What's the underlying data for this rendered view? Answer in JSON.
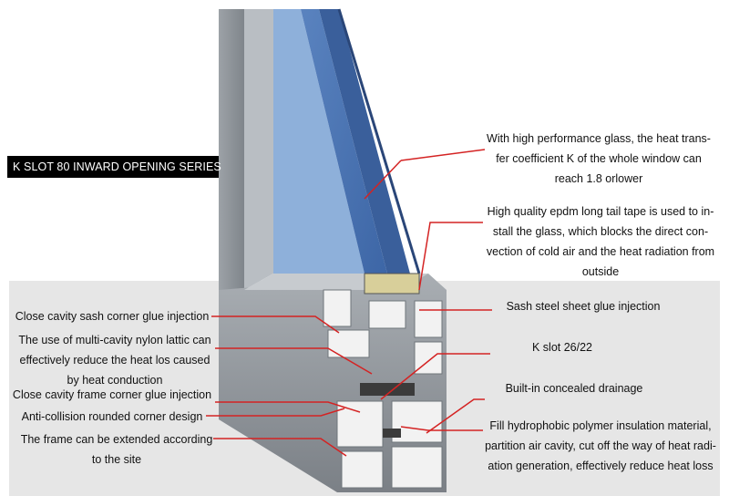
{
  "series_title": "K SLOT 80 INWARD OPENING SERIES",
  "colors": {
    "glass": "#4f79b8",
    "frame": "#8f959b",
    "profile_white": "#f2f2f2",
    "leader_line": "#d42323",
    "label_band": "#000000",
    "background_panel": "#e6e6e6"
  },
  "left_callouts": [
    {
      "id": "sash-corner",
      "lines": [
        "Close cavity sash corner glue injection"
      ]
    },
    {
      "id": "nylon",
      "lines": [
        "The use of multi-cavity nylon lattic can",
        "effectively reduce the heat los caused",
        "by heat conduction"
      ]
    },
    {
      "id": "frame-corner",
      "lines": [
        "Close cavity frame corner glue injection"
      ]
    },
    {
      "id": "anti-collision",
      "lines": [
        "Anti-collision rounded corner design"
      ]
    },
    {
      "id": "extend",
      "lines": [
        "The frame can be extended according",
        "to the site"
      ]
    }
  ],
  "right_callouts": [
    {
      "id": "glass",
      "lines": [
        "With high performance glass, the heat trans-",
        "fer coefficient K of the whole window can",
        "reach 1.8 orlower"
      ]
    },
    {
      "id": "epdm",
      "lines": [
        "High quality epdm long tail tape is used to in-",
        "stall the glass, which blocks the direct con-",
        "vection of cold air and the heat radiation from",
        "outside"
      ]
    },
    {
      "id": "steel",
      "lines": [
        "Sash steel sheet glue injection"
      ]
    },
    {
      "id": "kslot",
      "lines": [
        "K slot 26/22"
      ]
    },
    {
      "id": "drainage",
      "lines": [
        "Built-in concealed drainage"
      ]
    },
    {
      "id": "polymer",
      "lines": [
        "Fill hydrophobic polymer insulation material,",
        "partition air cavity, cut off the way of heat radi-",
        "ation generation, effectively reduce heat loss"
      ]
    }
  ]
}
